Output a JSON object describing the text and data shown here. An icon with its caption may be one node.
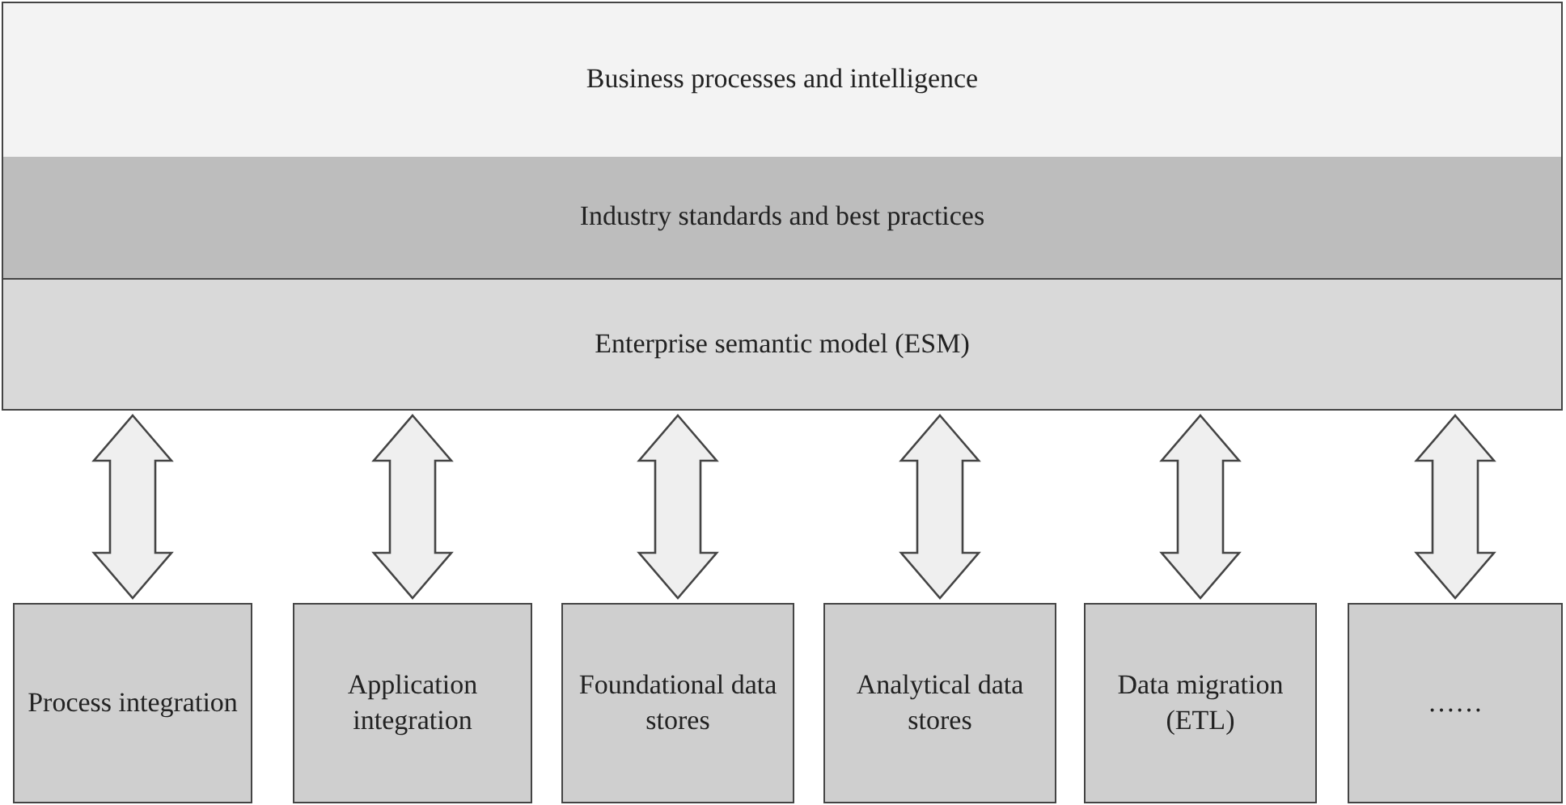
{
  "diagram": {
    "nodes": [
      {
        "text": [
          "Business processes and intelligence"
        ]
      },
      {
        "text": [
          "Industry standards and best practices"
        ]
      },
      {
        "text": [
          "Enterprise semantic model (ESM)"
        ]
      },
      {
        "text": [
          "Process integration"
        ]
      },
      {
        "text": [
          "Application integration"
        ]
      },
      {
        "text": [
          "Foundational data stores"
        ]
      },
      {
        "text": [
          "Analytical data stores"
        ]
      },
      {
        "text": [
          "Data migration (ETL)"
        ]
      },
      {
        "text": [
          "……"
        ]
      }
    ],
    "edges": [
      {
        "from": 2,
        "to": 3,
        "arrow": "both"
      },
      {
        "from": 2,
        "to": 4,
        "arrow": "both"
      },
      {
        "from": 2,
        "to": 5,
        "arrow": "both"
      },
      {
        "from": 2,
        "to": 6,
        "arrow": "both"
      },
      {
        "from": 2,
        "to": 7,
        "arrow": "both"
      },
      {
        "from": 2,
        "to": 8,
        "arrow": "both"
      }
    ]
  }
}
